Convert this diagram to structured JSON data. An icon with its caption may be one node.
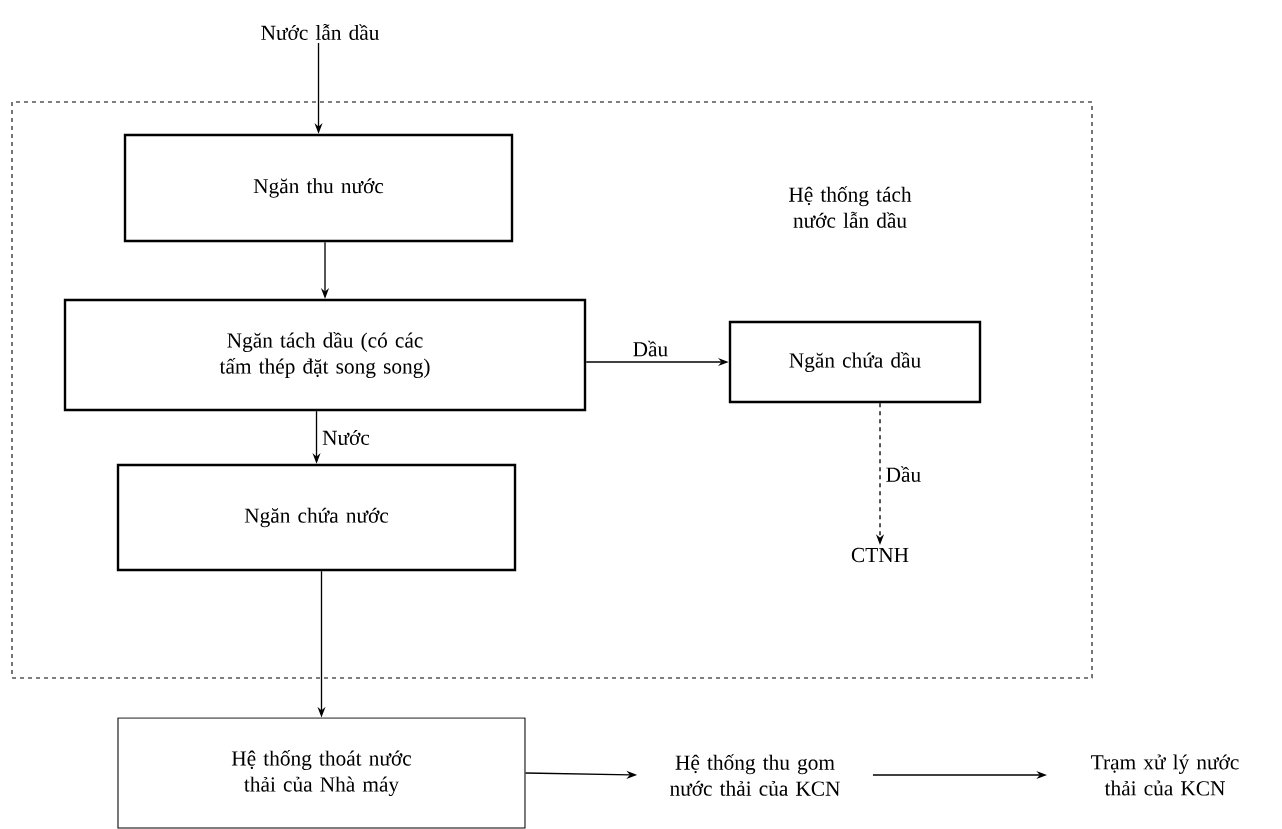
{
  "diagram": {
    "nodes": [
      {
        "text": [
          "Nước lẫn dầu"
        ]
      },
      {
        "text": [
          "Hệ thống tách nước lẫn dầu"
        ]
      },
      {
        "text": [
          "Ngăn thu nước"
        ],
        "in": 1
      },
      {
        "text": [
          "Ngăn tách dầu (có các tấm thép đặt song song)"
        ],
        "in": 1
      },
      {
        "text": [
          "Ngăn chứa dầu"
        ],
        "in": 1
      },
      {
        "text": [
          "Ngăn chứa nước"
        ],
        "in": 1
      },
      {
        "text": [
          "CTNH"
        ],
        "in": 1
      },
      {
        "text": [
          "Hệ thống thoát nước thải của Nhà máy"
        ]
      },
      {
        "text": [
          "Hệ thống thu gom nước thải của KCN"
        ]
      },
      {
        "text": [
          "Trạm xử lý nước thải của KCN"
        ]
      }
    ],
    "edges": [
      {
        "from": 0,
        "to": 2,
        "arrow": "to"
      },
      {
        "from": 2,
        "to": 3,
        "arrow": "to"
      },
      {
        "from": 3,
        "to": 4,
        "arrow": "to",
        "label": "Dầu"
      },
      {
        "from": 3,
        "to": 5,
        "arrow": "to",
        "label": "Nước"
      },
      {
        "from": 4,
        "to": 6,
        "arrow": "to",
        "label": "Dầu",
        "style": "dashed"
      },
      {
        "from": 5,
        "to": 7,
        "arrow": "to"
      },
      {
        "from": 7,
        "to": 8,
        "arrow": "to"
      },
      {
        "from": 8,
        "to": 9,
        "arrow": "to"
      }
    ]
  }
}
